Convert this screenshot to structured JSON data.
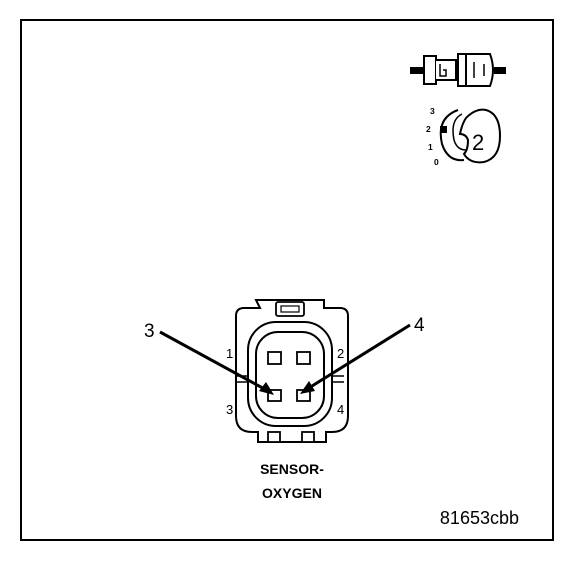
{
  "connector": {
    "name_line1": "SENSOR-",
    "name_line2": "OXYGEN",
    "cavity_labels": [
      "1",
      "2",
      "3",
      "4"
    ],
    "callouts": [
      "3",
      "4"
    ]
  },
  "legend": {
    "view_number": "2",
    "scale_labels": [
      "3",
      "2",
      "1",
      "0"
    ]
  },
  "figure_code": "81653cbb"
}
